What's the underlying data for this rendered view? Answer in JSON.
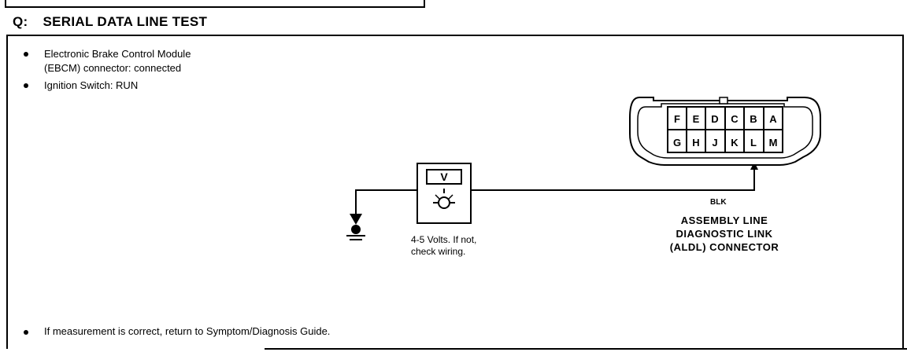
{
  "header": {
    "prefix": "Q:",
    "title": "SERIAL DATA LINE TEST"
  },
  "conditions": [
    {
      "line1": "Electronic Brake Control Module",
      "line2": "(EBCM) connector: connected"
    },
    {
      "line1": "Ignition Switch: RUN",
      "line2": ""
    }
  ],
  "meter": {
    "display": "V",
    "note_line1": "4-5 Volts. If not,",
    "note_line2": "check wiring."
  },
  "connector": {
    "top_row": [
      "F",
      "E",
      "D",
      "C",
      "B",
      "A"
    ],
    "bottom_row": [
      "G",
      "H",
      "J",
      "K",
      "L",
      "M"
    ],
    "wire_color": "BLK",
    "name_line1": "ASSEMBLY LINE",
    "name_line2": "DIAGNOSTIC LINK",
    "name_line3": "(ALDL) CONNECTOR"
  },
  "footer_note": "If measurement is correct, return to Symptom/Diagnosis Guide."
}
